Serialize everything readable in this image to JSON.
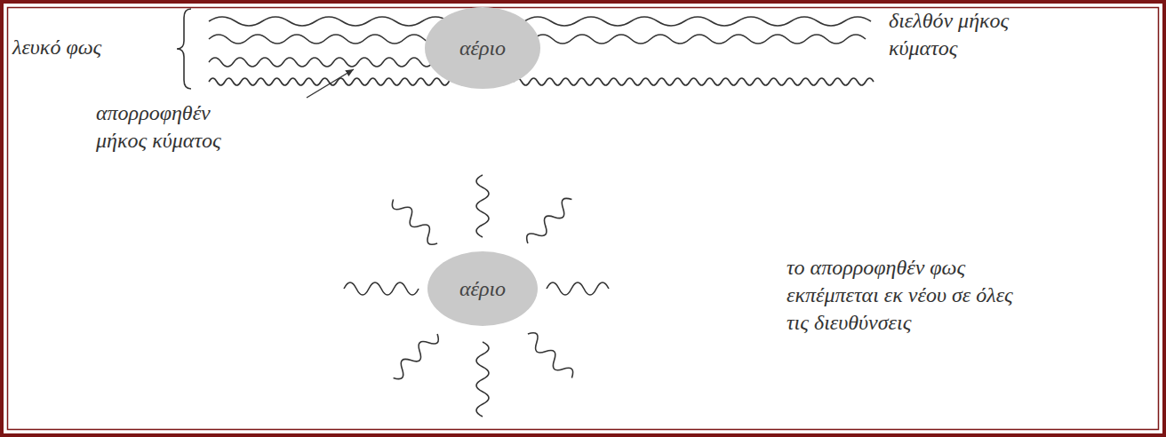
{
  "diagram": {
    "nodes": [
      {
        "text": [
          "αέριο"
        ]
      },
      {
        "text": [
          "αέριο"
        ]
      }
    ],
    "labels": [
      "λευκό φως",
      "διελθόν μήκος κύματος",
      "απορροφηθέν μήκος κύματος",
      "το απορροφηθέν φως εκπέμπεται εκ νέου σε όλες τις διευθύνσεις"
    ]
  }
}
